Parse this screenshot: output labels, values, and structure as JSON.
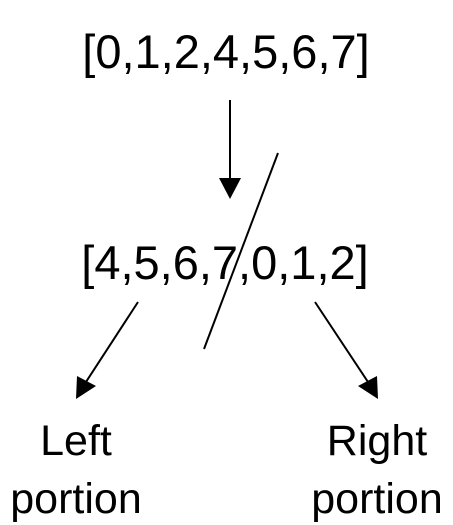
{
  "diagram": {
    "original_array": "[0,1,2,4,5,6,7]",
    "rotated_array": "[4,5,6,7,0,1,2]",
    "left_label": {
      "line1": "Left",
      "line2": "portion"
    },
    "right_label": {
      "line1": "Right",
      "line2": "portion"
    }
  }
}
